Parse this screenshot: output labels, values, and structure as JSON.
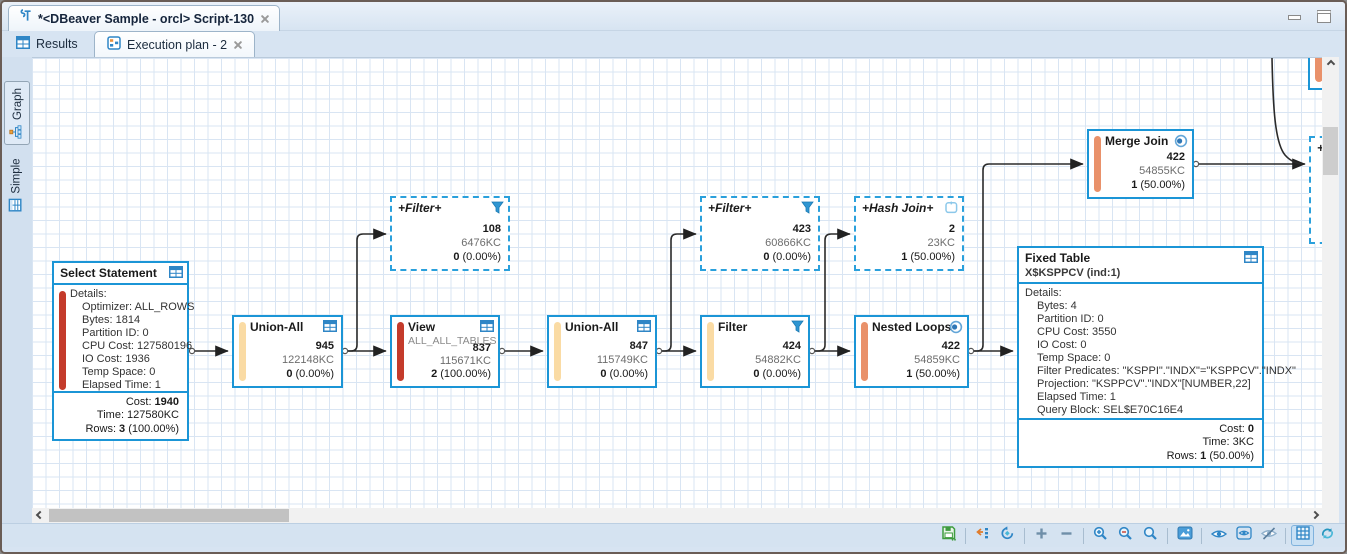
{
  "window": {
    "editor_tab": "*<DBeaver Sample - orcl> Script-130"
  },
  "tabs": {
    "results": "Results",
    "execution_plan": "Execution plan - 2"
  },
  "side_tabs": {
    "graph": "Graph",
    "simple": "Simple"
  },
  "nodes": {
    "select": {
      "title": "Select Statement",
      "details_label": "Details:",
      "details": [
        "Optimizer: ALL_ROWS",
        "Bytes: 1814",
        "Partition ID: 0",
        "CPU Cost: 127580196",
        "IO Cost: 1936",
        "Temp Space: 0",
        "Elapsed Time: 1"
      ],
      "cost_label": "Cost:",
      "cost": "1940",
      "time_label": "Time:",
      "time": "127580KC",
      "rows_label": "Rows:",
      "rows": "3",
      "rows_pct": "(100.00%)"
    },
    "union1": {
      "title": "Union-All",
      "rows": "945",
      "kc": "122148KC",
      "pct_rows": "0",
      "pct": "(0.00%)"
    },
    "filter1": {
      "title": "+Filter+",
      "rows": "108",
      "kc": "6476KC",
      "pct_rows": "0",
      "pct": "(0.00%)"
    },
    "view": {
      "title": "View",
      "subtitle": "ALL_ALL_TABLES",
      "rows": "837",
      "kc": "115671KC",
      "pct_rows": "2",
      "pct": "(100.00%)"
    },
    "union2": {
      "title": "Union-All",
      "rows": "847",
      "kc": "115749KC",
      "pct_rows": "0",
      "pct": "(0.00%)"
    },
    "filter2": {
      "title": "+Filter+",
      "rows": "423",
      "kc": "60866KC",
      "pct_rows": "0",
      "pct": "(0.00%)"
    },
    "filter3": {
      "title": "Filter",
      "rows": "424",
      "kc": "54882KC",
      "pct_rows": "0",
      "pct": "(0.00%)"
    },
    "hashjoin": {
      "title": "+Hash Join+",
      "rows": "2",
      "kc": "23KC",
      "pct_rows": "1",
      "pct": "(50.00%)"
    },
    "nested": {
      "title": "Nested Loops",
      "rows": "422",
      "kc": "54859KC",
      "pct_rows": "1",
      "pct": "(50.00%)"
    },
    "merge": {
      "title": "Merge Join",
      "rows": "422",
      "kc": "54855KC",
      "pct_rows": "1",
      "pct": "(50.00%)"
    },
    "fixed": {
      "title": "Fixed Table",
      "subtitle": "X$KSPPCV (ind:1)",
      "details_label": "Details:",
      "details": [
        "Bytes: 4",
        "Partition ID: 0",
        "CPU Cost: 3550",
        "IO Cost: 0",
        "Temp Space: 0",
        "Filter Predicates: \"KSPPI\".\"INDX\"=\"KSPPCV\".\"INDX\"",
        "Projection: \"KSPPCV\".\"INDX\"[NUMBER,22]",
        "Elapsed Time: 1",
        "Query Block: SEL$E70C16E4"
      ],
      "cost_label": "Cost:",
      "cost": "0",
      "time_label": "Time:",
      "time": "3KC",
      "rows_label": "Rows:",
      "rows": "1",
      "rows_pct": "(50.00%)"
    },
    "partial": {
      "title": "+B"
    }
  },
  "connections": [
    [
      "Select Statement",
      "Union-All 945"
    ],
    [
      "Union-All 945",
      "+Filter+ 108"
    ],
    [
      "Union-All 945",
      "View 837"
    ],
    [
      "View 837",
      "Union-All 847"
    ],
    [
      "Union-All 847",
      "+Filter+ 423"
    ],
    [
      "Union-All 847",
      "Filter 424"
    ],
    [
      "Filter 424",
      "+Hash Join+ 2"
    ],
    [
      "Filter 424",
      "Nested Loops 422"
    ],
    [
      "Nested Loops 422",
      "Merge Join 422"
    ],
    [
      "Nested Loops 422",
      "Fixed Table"
    ],
    [
      "Merge Join 422",
      "+B"
    ]
  ],
  "toolbar": {
    "icons": [
      "save",
      "config",
      "reset",
      "plus",
      "minus",
      "zoom-in",
      "zoom-out",
      "zoom-original",
      "screenshot",
      "show",
      "show-boxed",
      "hide",
      "grid",
      "refresh"
    ],
    "colors": {
      "node_border": "#1b95d6",
      "bar_red": "#c43b2b",
      "bar_pale": "#fadba4",
      "bar_orange": "#e9916a"
    }
  }
}
